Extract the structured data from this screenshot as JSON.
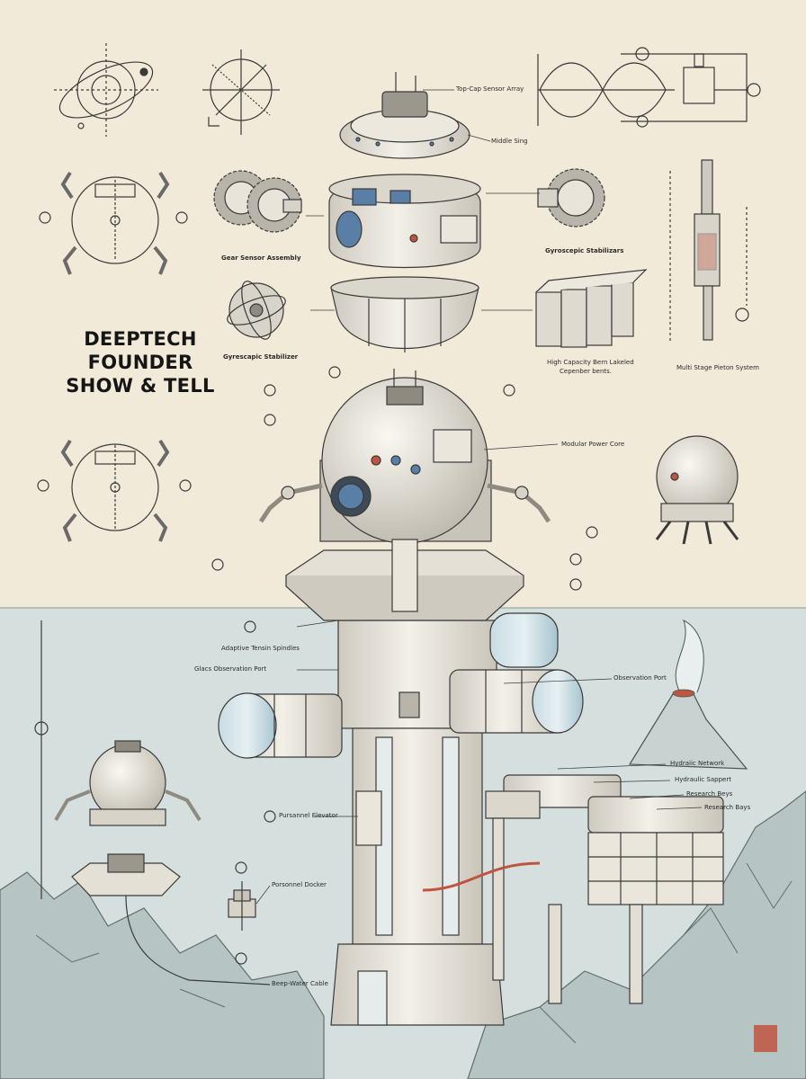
{
  "title_lines": [
    "DEEPTECH",
    "FOUNDER",
    "SHOW & TELL"
  ],
  "callouts": {
    "top_cap": "Top-Cap Sensor Array",
    "middle_ring": "Middle Sing",
    "gear_sensor": "Gear Sensor Assembly",
    "gyro_stabilizers": "Gyroscepic Stabilizars",
    "gyro_stabilizer": "Gyrescapic Stabilizer",
    "capacitor_line1": "High Capacity Bern Lakeled",
    "capacitor_line2": "Cepenber bents.",
    "piston_system": "Multi Stage Pieton System",
    "power_core": "Modular Power Core",
    "tensile_spindles": "Adaptive Tensin Spindles",
    "glass_port": "Glacs Observation Port",
    "observation_port": "Observation Port",
    "hydraulic_network": "Hydraiic Network",
    "hydraulic_support": "Hydraulic Sappert",
    "research_bays_1": "Research Beys",
    "research_bays_2": "Research Bays",
    "personnel_elevator": "Pursannel Elevator",
    "personnel_docker": "Porsonnel Docker",
    "deep_water_cable": "Beep-Water Cable"
  },
  "colors": {
    "paper": "#f1ead8",
    "water": "#d5dfdd",
    "ink": "#3a3a3a",
    "hull": "#eae6dc",
    "glass": "#a9c7d4",
    "accent_red": "#c0553f",
    "dome_blue": "#5a7fa6"
  }
}
